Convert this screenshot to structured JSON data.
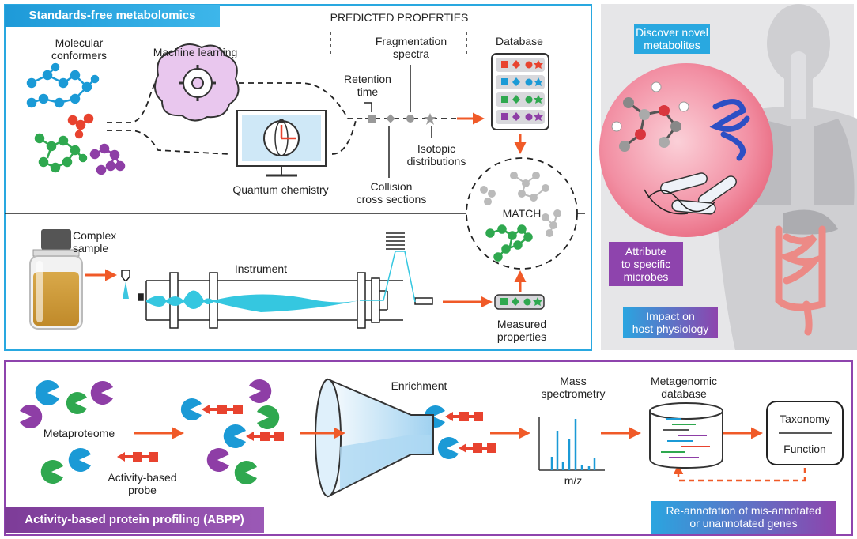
{
  "top_panel": {
    "title": "Standards-free metabolomics",
    "predicted_properties_header": "PREDICTED PROPERTIES",
    "molecular_conformers": "Molecular\nconformers",
    "machine_learning": "Machine learning",
    "quantum_chemistry": "Quantum chemistry",
    "retention_time": "Retention\ntime",
    "fragmentation_spectra": "Fragmentation\nspectra",
    "isotopic_distributions": "Isotopic\ndistributions",
    "collision_cross_sections": "Collision\ncross sections",
    "database": "Database",
    "match": "MATCH",
    "complex_sample": "Complex\nsample",
    "instrument": "Instrument",
    "measured_properties": "Measured\nproperties"
  },
  "right_panel": {
    "discover": "Discover novel\nmetabolites",
    "attribute": "Attribute\nto specific\nmicrobes",
    "impact": "Impact on\nhost physiology"
  },
  "bottom_panel": {
    "title": "Activity-based protein profiling (ABPP)",
    "metaproteome": "Metaproteome",
    "probe": "Activity-based\nprobe",
    "enrichment": "Enrichment",
    "mass_spectrometry": "Mass\nspectrometry",
    "mz": "m/z",
    "metagenomic_database": "Metagenomic\ndatabase",
    "taxonomy": "Taxonomy",
    "function": "Function",
    "reannotation": "Re-annotation of mis-annotated\nor unannotated genes"
  },
  "colors": {
    "cyan_title": "#29a8e0",
    "purple_title": "#8e44ad",
    "orange_arrow": "#f05a28",
    "blue_shape": "#1b9ad6",
    "green_shape": "#2fa84f",
    "purple_shape": "#8e3ea6",
    "red_shape": "#e8432f"
  },
  "icons": [
    "brain-gear-icon",
    "computer-monitor-icon",
    "vial-icon",
    "funnel-icon",
    "database-cylinder-icon",
    "human-body-icon"
  ]
}
